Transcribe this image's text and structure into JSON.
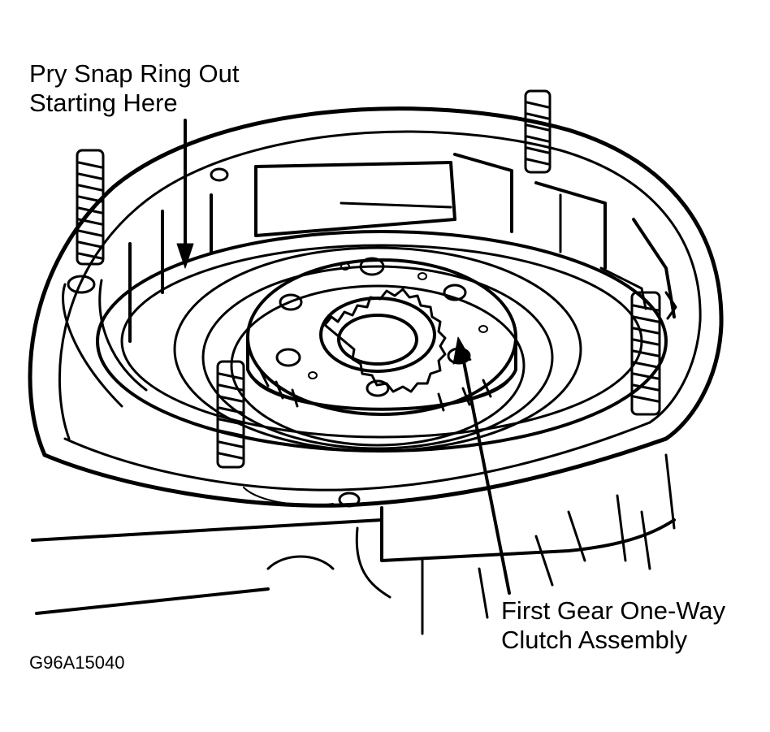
{
  "callouts": {
    "snap_ring": {
      "line1": "Pry Snap Ring Out",
      "line2": "Starting Here"
    },
    "clutch": {
      "line1": "First Gear One-Way",
      "line2": "Clutch Assembly"
    }
  },
  "figure_code": "G96A15040",
  "colors": {
    "ink": "#000000",
    "paper": "#ffffff"
  }
}
